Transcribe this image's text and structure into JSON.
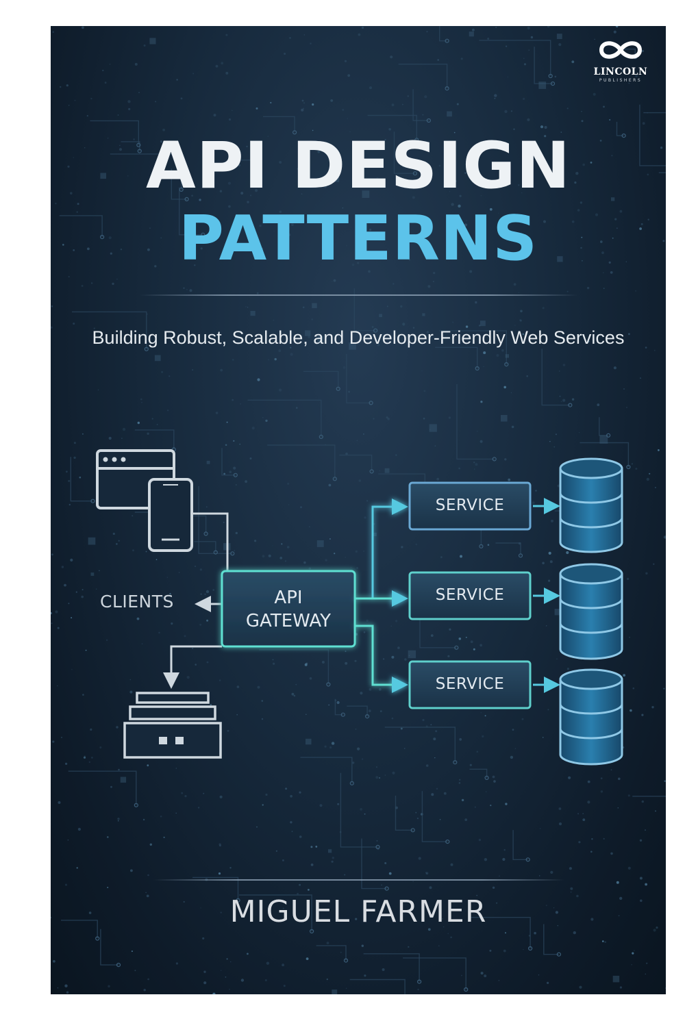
{
  "publisher": {
    "name": "LINCOLN",
    "subname": "PUBLISHERS"
  },
  "title": {
    "line1": "API DESIGN",
    "line2": "PATTERNS"
  },
  "subtitle": "Building Robust, Scalable, and Developer-Friendly Web Services",
  "diagram": {
    "clients_label": "CLIENTS",
    "gateway_label_line1": "API",
    "gateway_label_line2": "GATEWAY",
    "services": [
      "SERVICE",
      "SERVICE",
      "SERVICE"
    ]
  },
  "author": "MIGUEL FARMER",
  "colors": {
    "background": "#13263a",
    "title_primary": "#eef2f5",
    "title_accent": "#5cc3ea",
    "diagram_accent": "#4fd6d0",
    "database": "#1e6f9a"
  },
  "icons": [
    "infinity-logo-icon",
    "browser-window-icon",
    "smartphone-icon",
    "server-icon",
    "database-icon"
  ]
}
